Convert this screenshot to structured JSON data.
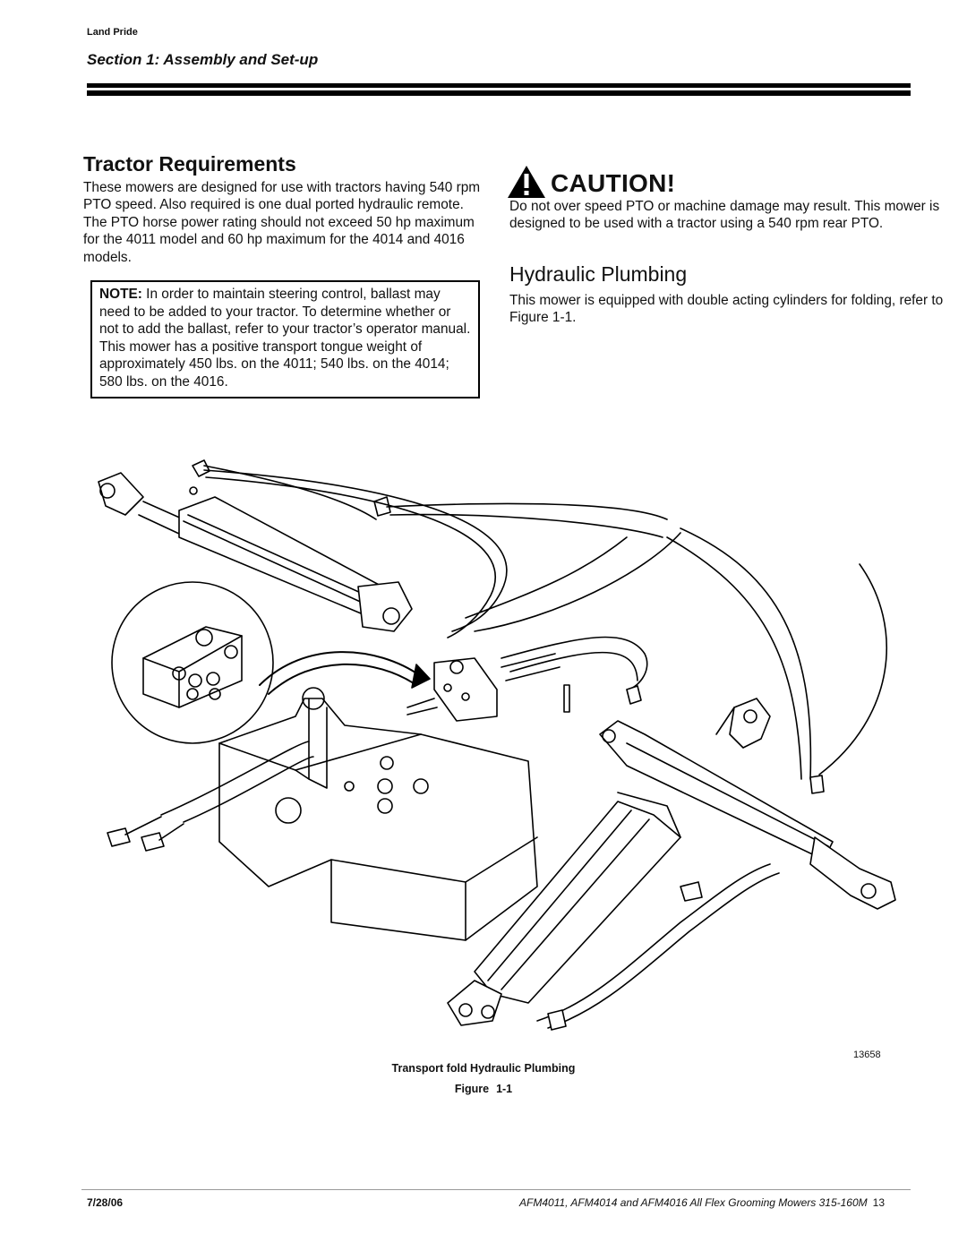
{
  "header": {
    "brand": "Land Pride",
    "section": "Section 1:  Assembly and Set-up"
  },
  "tractor": {
    "heading": "Tractor Requirements",
    "body": "These mowers are designed for use with tractors having 540 rpm PTO speed. Also required is one dual ported hydraulic remote. The PTO horse power rating should not exceed 50 hp maximum for the 4011 model and 60 hp maximum for the 4014 and 4016 models.",
    "note_label": "NOTE:",
    "note_text": " In order to maintain steering control, ballast may need to be added to your tractor. To determine whether or not to add the ballast, refer to your tractor’s operator manual. This mower has a positive transport tongue weight of approximately 450 lbs. on the 4011; 540 lbs. on the 4014; 580 lbs. on the 4016."
  },
  "caution": {
    "title": "CAUTION!",
    "icon": "warning-triangle-icon",
    "body": "Do not over speed PTO or machine damage may result. This mower is designed to be used with a tractor using a 540 rpm rear PTO."
  },
  "hydraulic": {
    "heading": "Hydraulic Plumbing",
    "body": "This mower is equipped with double acting cylinders for folding, refer to Figure 1-1."
  },
  "figure": {
    "id": "13658",
    "caption": "Transport fold Hydraulic Plumbing",
    "label": "Figure",
    "number": "1-1"
  },
  "footer": {
    "date": "7/28/06",
    "title": "AFM4011, AFM4014 and AFM4016 All Flex Grooming Mowers   315-160M",
    "page": "13"
  }
}
